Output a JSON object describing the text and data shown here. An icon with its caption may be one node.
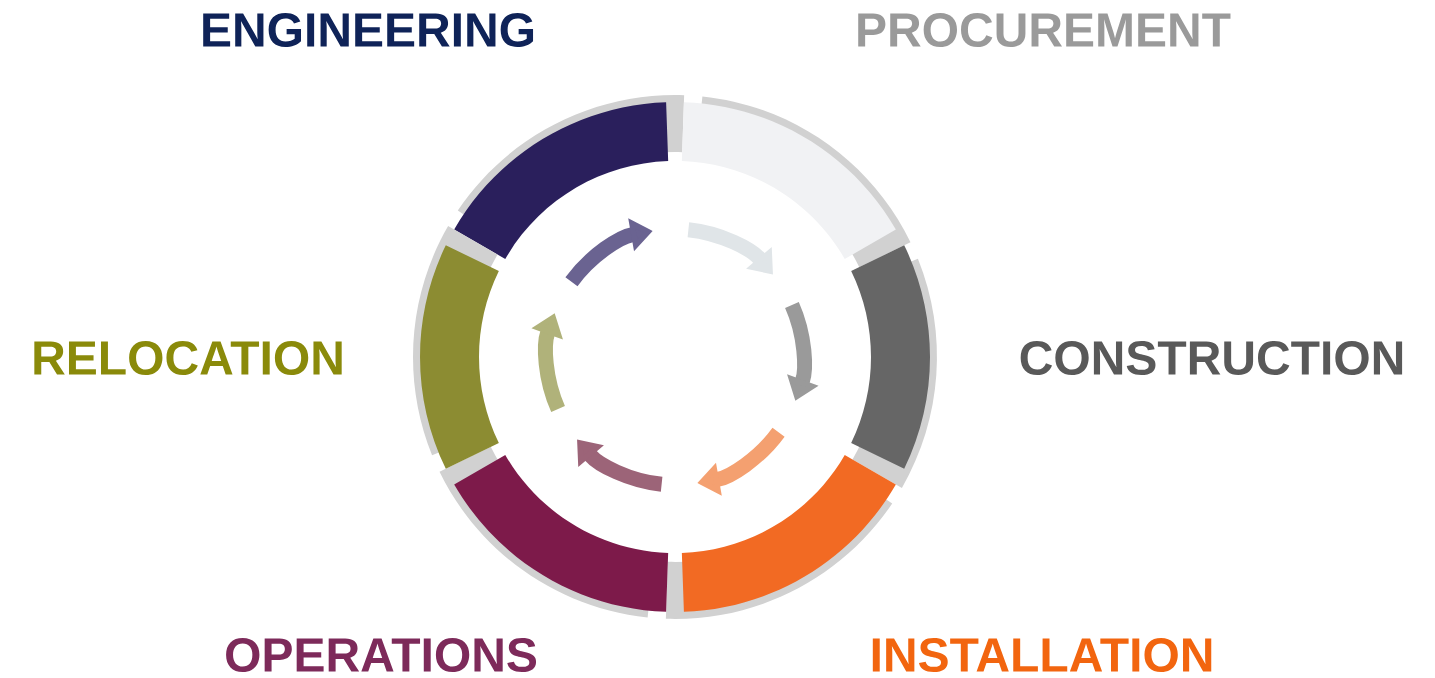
{
  "diagram": {
    "nodes": [
      {
        "text": [
          "ENGINEERING"
        ]
      },
      {
        "text": [
          "PROCUREMENT"
        ]
      },
      {
        "text": [
          "CONSTRUCTION"
        ]
      },
      {
        "text": [
          "INSTALLATION"
        ]
      },
      {
        "text": [
          "OPERATIONS"
        ]
      },
      {
        "text": [
          "RELOCATION"
        ]
      }
    ]
  }
}
